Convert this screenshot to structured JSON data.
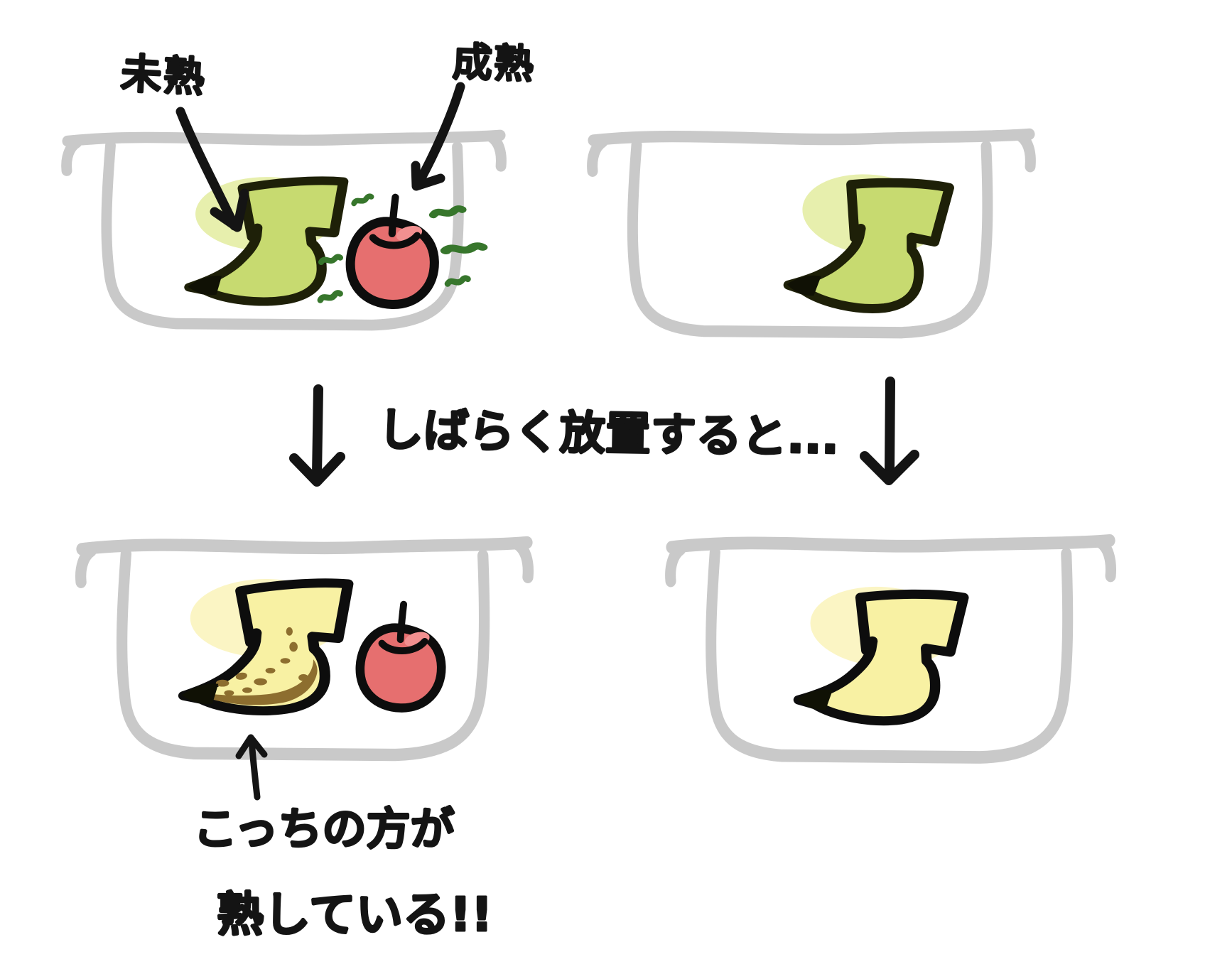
{
  "labels": {
    "unripe": "未熟",
    "mature": "成熟",
    "wait": "しばらく放置すると...",
    "result_line1": "こっちの方が",
    "result_line2": "熟している!!"
  },
  "colors": {
    "background": "#ffffff",
    "bowl_outline": "#c9c9c9",
    "ink": "#141414",
    "unripe_banana_fill": "#c7da70",
    "unripe_banana_glow": "#e7efad",
    "unripe_banana_outline": "#1e2008",
    "ripe_banana_fill": "#f8f1a3",
    "ripe_banana_glow": "#fbf5c4",
    "ripe_banana_outline": "#0d0d0d",
    "banana_spots": "#8d6e2f",
    "apple_fill": "#e66f6f",
    "apple_shine": "#f19090",
    "apple_outline": "#0d0d0d",
    "ethylene_squiggle": "#37762c"
  },
  "panels": {
    "top_left": {
      "contents": "unripe banana + mature apple emitting ethylene"
    },
    "top_right": {
      "contents": "unripe banana alone"
    },
    "bottom_left": {
      "contents": "fully ripened spotted banana + apple"
    },
    "bottom_right": {
      "contents": "slightly ripened banana alone"
    }
  }
}
